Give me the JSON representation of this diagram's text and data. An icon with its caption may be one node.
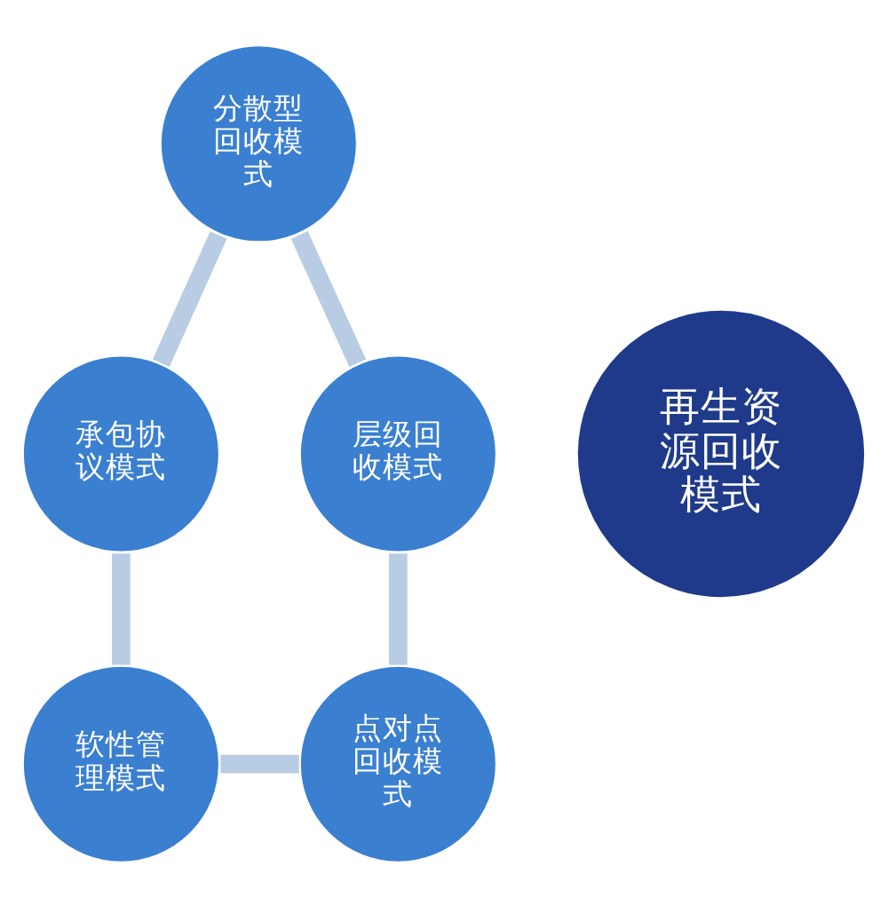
{
  "diagram": {
    "nodes": [
      {
        "text": [
          "分散型回收模式"
        ]
      },
      {
        "text": [
          "承包协议模式"
        ]
      },
      {
        "text": [
          "再生资源回收模式"
        ]
      },
      {
        "text": [
          "层级回收模式"
        ]
      },
      {
        "text": [
          "软性管理模式"
        ]
      },
      {
        "text": [
          "点对点回收模式"
        ]
      }
    ],
    "edges": [
      {
        "from": 0,
        "to": 3,
        "arrow": "none"
      },
      {
        "from": 3,
        "to": 5,
        "arrow": "none"
      },
      {
        "from": 4,
        "to": 5,
        "arrow": "none"
      },
      {
        "from": 1,
        "to": 4,
        "arrow": "none"
      },
      {
        "from": 0,
        "to": 1,
        "arrow": "none"
      }
    ]
  }
}
